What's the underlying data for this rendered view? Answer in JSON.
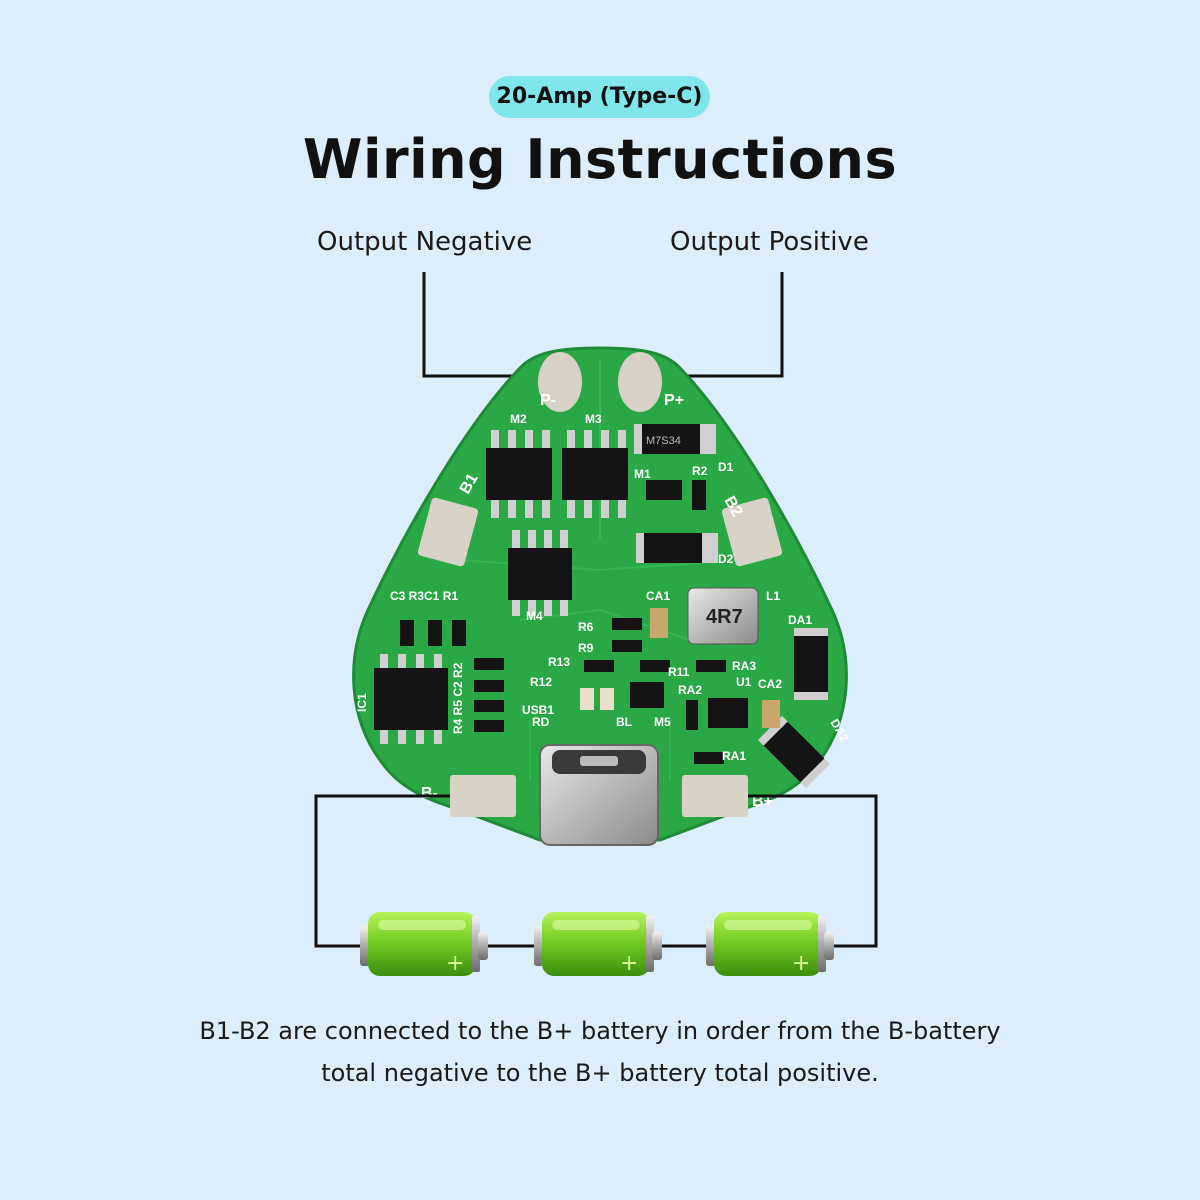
{
  "header": {
    "badge": "20-Amp (Type-C)",
    "title": "Wiring Instructions"
  },
  "terminals": {
    "output_negative": "Output Negative",
    "output_positive": "Output Positive"
  },
  "board": {
    "labels": {
      "p_minus": "P-",
      "p_plus": "P+",
      "b1": "B1",
      "b2": "B2",
      "b_minus": "B-",
      "b_plus": "B+",
      "m1": "M1",
      "m2": "M2",
      "m3": "M3",
      "m4": "M4",
      "m5": "M5",
      "r1": "R1",
      "r2": "R2",
      "d1": "D1",
      "d2": "D2",
      "c3r3c1r1": "C3 R3C1 R1",
      "ca1": "CA1",
      "l1": "L1",
      "inductor": "4R7",
      "da1": "DA1",
      "da2": "DA2",
      "r6": "R6",
      "r9": "R9",
      "r13": "R13",
      "r12": "R12",
      "r11": "R11",
      "ra3": "RA3",
      "ra2": "RA2",
      "ra1": "RA1",
      "u1": "U1",
      "ca2": "CA2",
      "usb1": "USB1",
      "rd": "RD",
      "bl": "BL",
      "ic1": "IC1",
      "r4r5c2r2": "R4 R5 C2 R2",
      "diode_marking": "M7S34"
    },
    "colors": {
      "pcb": "#2aa845",
      "pcb_edge": "#1f8a37",
      "pad": "#d8d2c6",
      "chip": "#141414",
      "wire": "#111111"
    }
  },
  "batteries": {
    "count": 3,
    "color": "#7cd32a",
    "plus_sign": "+"
  },
  "caption": {
    "line1": "B1-B2 are connected to the B+ battery in order from the B-battery",
    "line2": "total negative to the B+ battery total positive."
  }
}
